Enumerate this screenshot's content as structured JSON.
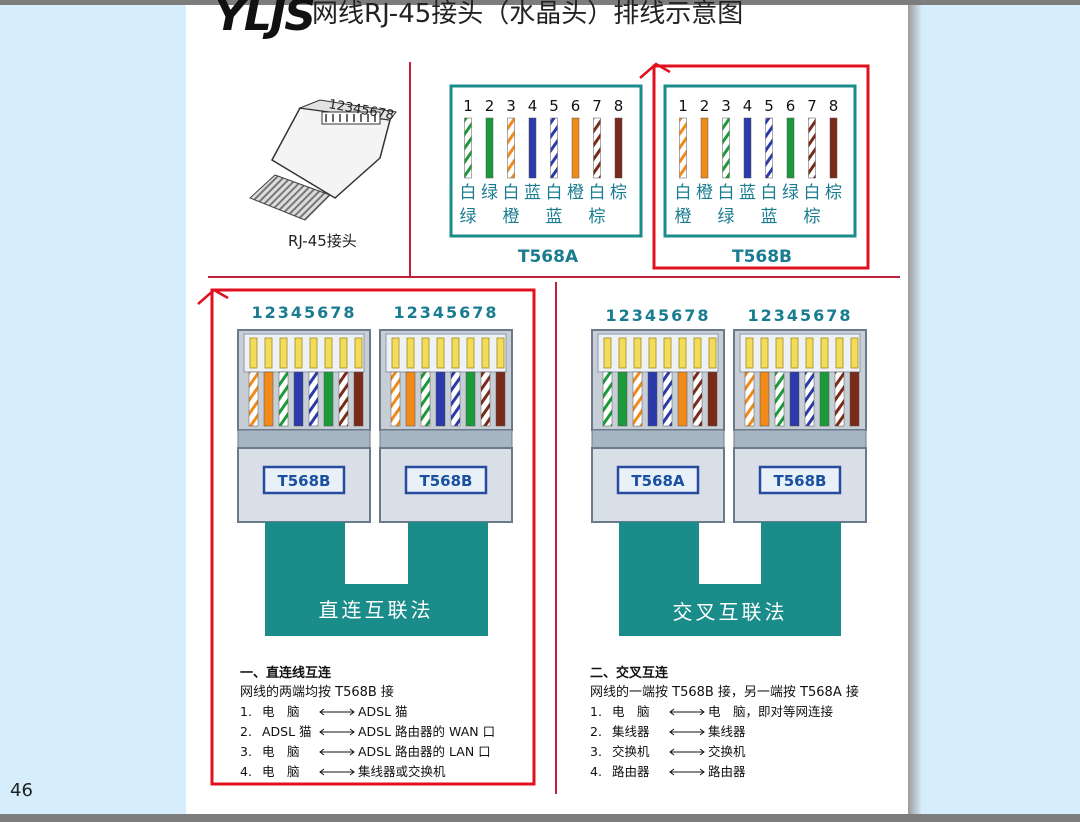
{
  "page_number": "46",
  "header": {
    "logo_text": "YLJS",
    "title": "网线RJ-45接头（水晶头）排线示意图"
  },
  "connector": {
    "pin_numbers": "12345678",
    "label": "RJ-45接头"
  },
  "standards": {
    "a": {
      "label": "T568A",
      "pins": [
        "1",
        "2",
        "3",
        "4",
        "5",
        "6",
        "7",
        "8"
      ],
      "row1": [
        "白",
        "绿",
        "白",
        "蓝",
        "白",
        "橙",
        "白",
        "棕"
      ],
      "row2": [
        "绿",
        "橙",
        "蓝",
        "棕"
      ]
    },
    "b": {
      "label": "T568B",
      "pins": [
        "1",
        "2",
        "3",
        "4",
        "5",
        "6",
        "7",
        "8"
      ],
      "row1": [
        "白",
        "橙",
        "白",
        "蓝",
        "白",
        "绿",
        "白",
        "棕"
      ],
      "row2": [
        "橙",
        "绿",
        "蓝",
        "棕"
      ]
    }
  },
  "straight": {
    "plug_left": {
      "pins": "12345678",
      "label": "T568B"
    },
    "plug_right": {
      "pins": "12345678",
      "label": "T568B"
    },
    "method": "直连互联法",
    "notes": {
      "heading": "一、直连线互连",
      "desc": "网线的两端均按 T568B 接",
      "items": [
        {
          "num": "1.",
          "left": "电　脑",
          "right": "ADSL 猫"
        },
        {
          "num": "2.",
          "left": "ADSL 猫",
          "right": "ADSL 路由器的 WAN 口"
        },
        {
          "num": "3.",
          "left": "电　脑",
          "right": "ADSL 路由器的 LAN 口"
        },
        {
          "num": "4.",
          "left": "电　脑",
          "right": "集线器或交换机"
        }
      ]
    }
  },
  "crossover": {
    "plug_left": {
      "pins": "12345678",
      "label": "T568A"
    },
    "plug_right": {
      "pins": "12345678",
      "label": "T568B"
    },
    "method": "交叉互联法",
    "notes": {
      "heading": "二、交叉互连",
      "desc": "网线的一端按 T568B 接，另一端按 T568A 接",
      "items": [
        {
          "num": "1.",
          "left": "电　脑",
          "right": "电　脑，即对等网连接"
        },
        {
          "num": "2.",
          "left": "集线器",
          "right": "集线器"
        },
        {
          "num": "3.",
          "left": "交换机",
          "right": "交换机"
        },
        {
          "num": "4.",
          "left": "路由器",
          "right": "路由器"
        }
      ]
    }
  },
  "colors": {
    "teal": "#1a8c8a",
    "teal_text": "#1a7c90",
    "divider": "#c0203a",
    "highlight": "#e0101e",
    "orange": "#f08a1a",
    "green": "#1c9a3a",
    "blue": "#2a3aa8",
    "brown": "#7a2a18",
    "gold": "#f2dc5a",
    "plug_gray": "#c8ced6"
  }
}
